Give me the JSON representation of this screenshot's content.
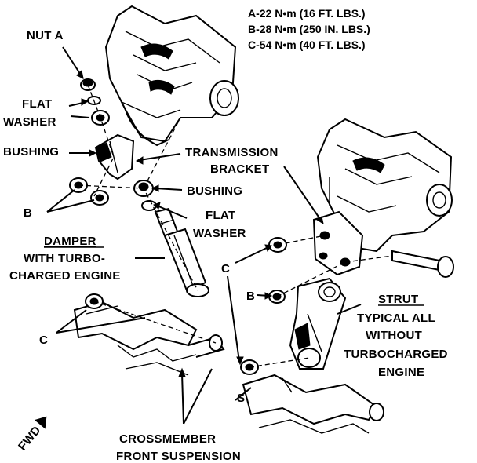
{
  "torque_specs": [
    "A-22 N•m (16 FT. LBS.)",
    "B-28 N•m (250 IN. LBS.)",
    "C-54 N•m (40 FT. LBS.)"
  ],
  "labels": {
    "nut_a": "NUT A",
    "flat_washer_top": [
      "FLAT",
      "WASHER"
    ],
    "bushing_top": "BUSHING",
    "transmission_bracket": [
      "TRANSMISSION",
      "BRACKET"
    ],
    "bushing_mid": "BUSHING",
    "b_left": "B",
    "flat_washer_mid": [
      "FLAT",
      "WASHER"
    ],
    "damper": [
      "DAMPER",
      "WITH TURBO-",
      "CHARGED ENGINE"
    ],
    "c_right": "C",
    "b_right": "B",
    "c_left": "C",
    "strut": [
      "STRUT",
      "TYPICAL ALL",
      "WITHOUT",
      "TURBOCHARGED",
      "ENGINE"
    ],
    "s": "S",
    "crossmember": [
      "CROSSMEMBER",
      "FRONT SUSPENSION"
    ],
    "fwd": "FWD"
  }
}
